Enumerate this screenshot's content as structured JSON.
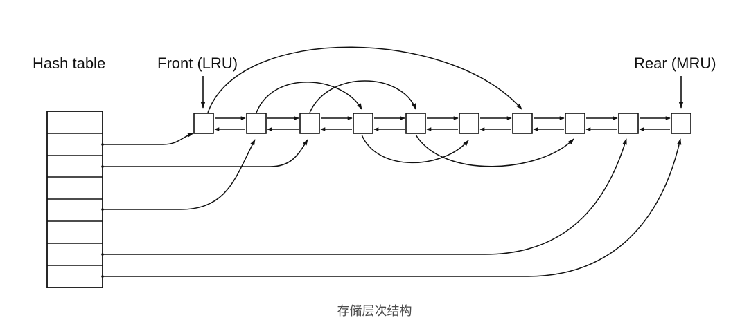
{
  "diagram": {
    "labels": {
      "hash_table": "Hash table",
      "front": "Front (LRU)",
      "rear": "Rear (MRU)"
    },
    "caption": "存储层次结构",
    "list_node_count": 10,
    "hash_table_slot_count": 8,
    "colors": {
      "stroke": "#111111",
      "caption": "#4a4a4a",
      "background": "#ffffff"
    }
  }
}
